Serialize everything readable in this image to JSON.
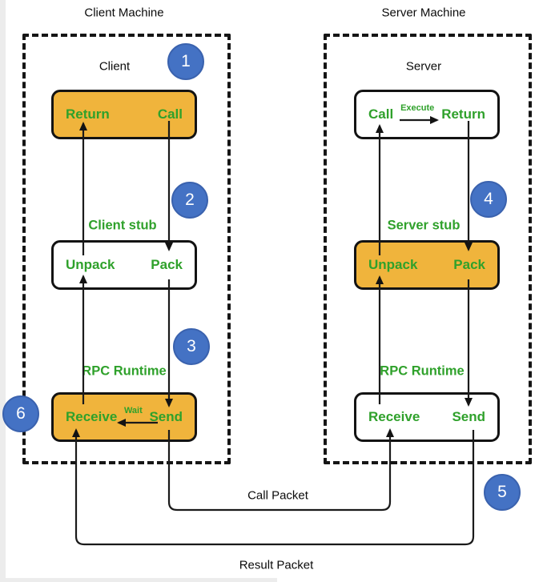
{
  "badges": [
    "1",
    "2",
    "3",
    "4",
    "5",
    "6"
  ],
  "client_machine": {
    "title": "Client Machine",
    "name": "Client",
    "top_box": {
      "left": "Return",
      "right": "Call"
    },
    "stub_label": "Client stub",
    "stub_box": {
      "left": "Unpack",
      "right": "Pack"
    },
    "runtime_label": "RPC Runtime",
    "runtime_box": {
      "left": "Receive",
      "mid": "Wait",
      "right": "Send"
    }
  },
  "server_machine": {
    "title": "Server Machine",
    "name": "Server",
    "top_box": {
      "left": "Call",
      "mid": "Execute",
      "right": "Return"
    },
    "stub_label": "Server stub",
    "stub_box": {
      "left": "Unpack",
      "right": "Pack"
    },
    "runtime_label": "RPC Runtime",
    "runtime_box": {
      "left": "Receive",
      "right": "Send"
    }
  },
  "packets": {
    "call": "Call Packet",
    "result": "Result Packet"
  },
  "colors": {
    "box_orange": "#F0B43C",
    "text_green": "#2FA12B",
    "badge_blue": "#4472C4",
    "line_black": "#1A1A1A"
  }
}
